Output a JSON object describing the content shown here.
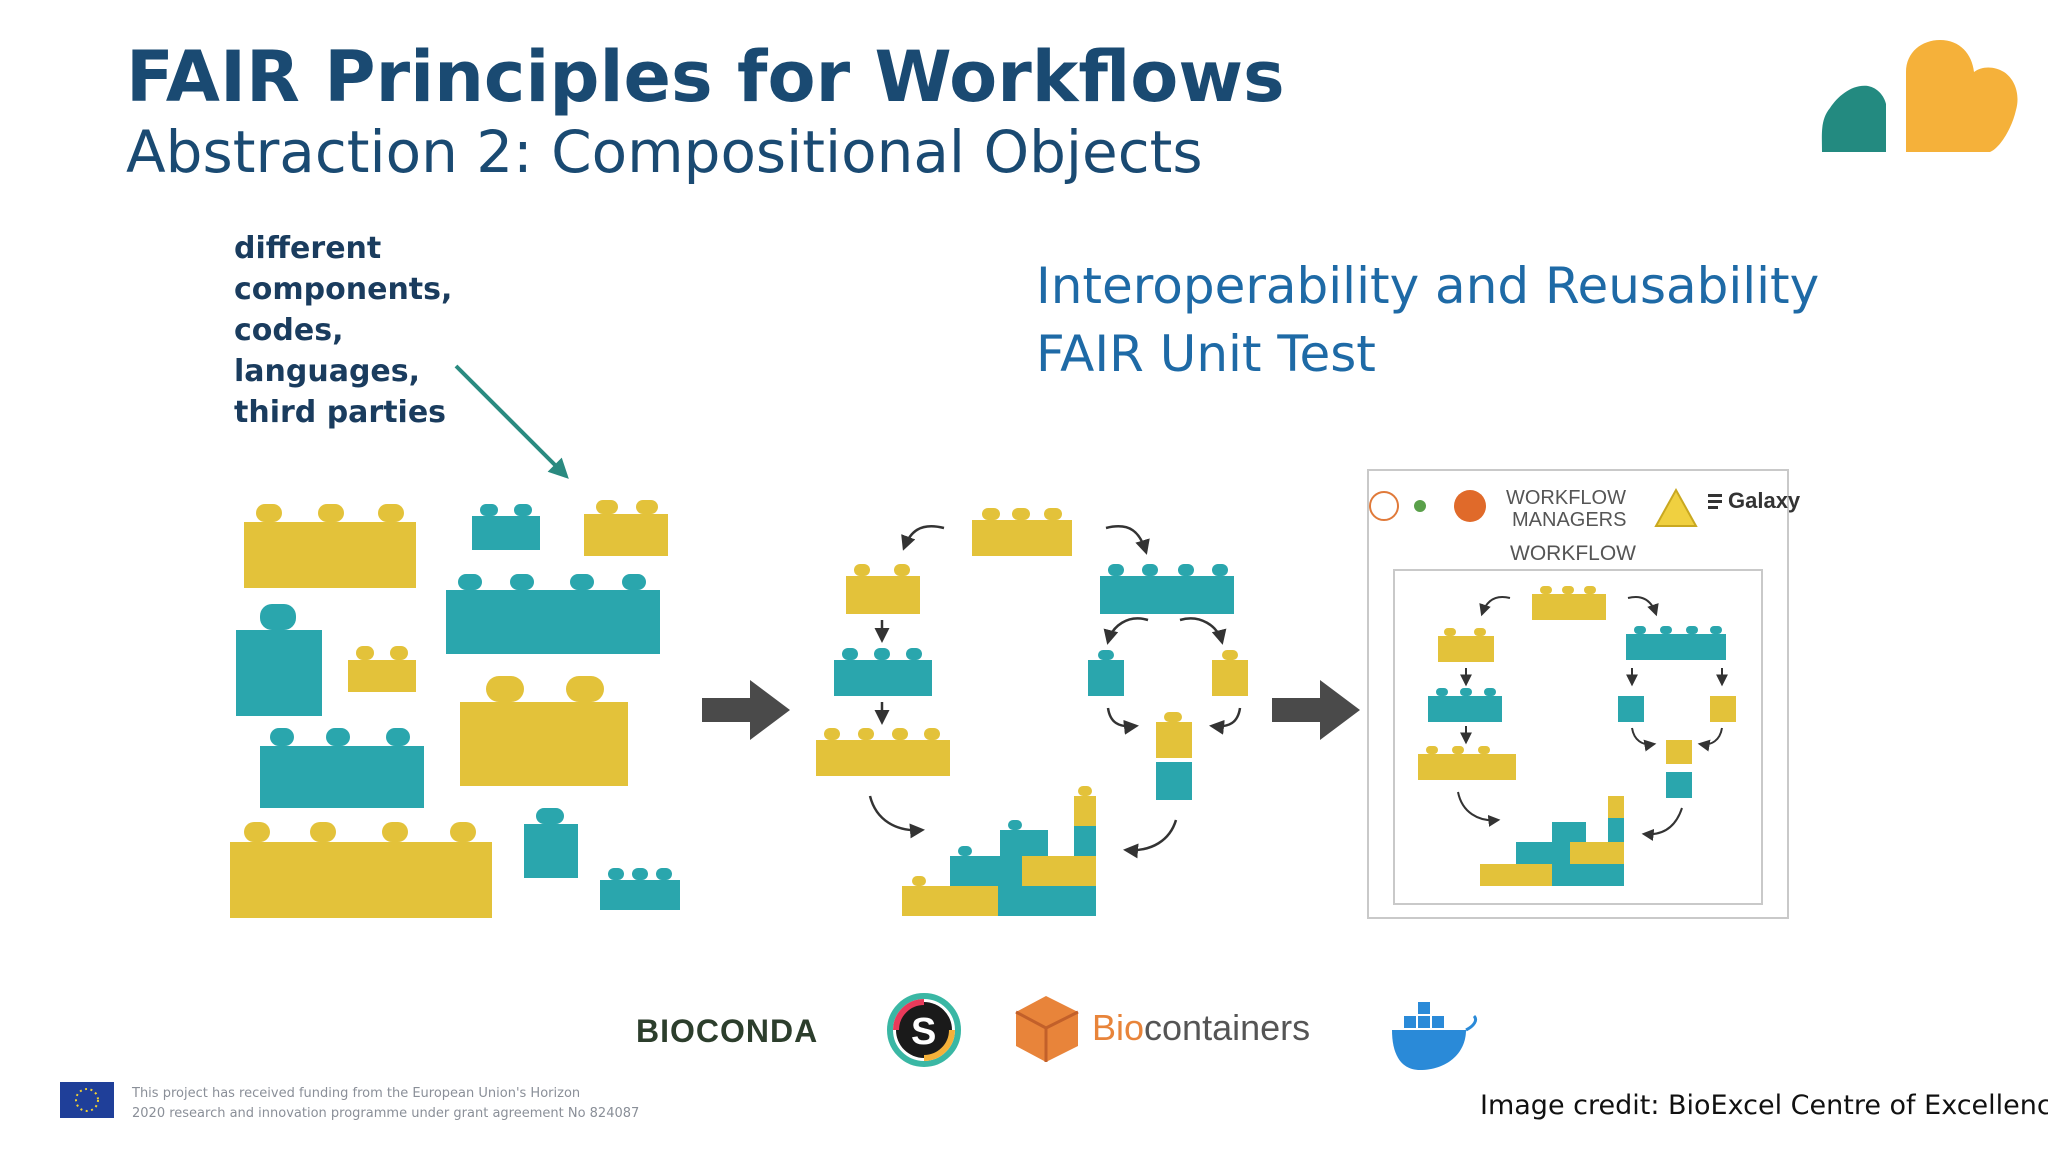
{
  "slide": {
    "title": "FAIR Principles for Workflows",
    "subtitle": "Abstraction 2: Compositional Objects",
    "note_lines": [
      "different",
      "components,",
      "codes,",
      "languages,",
      "third parties"
    ],
    "heading_lines": [
      "Interoperability and Reusability",
      "FAIR Unit Test"
    ],
    "credit": "Image credit: BioExcel Centre of Excellence",
    "funding_lines": [
      "This project has received funding from the European Union's Horizon",
      "2020 research and innovation programme under grant agreement No 824087"
    ]
  },
  "figure": {
    "workflow_managers_line1": "WORKFLOW",
    "workflow_managers_line2": "MANAGERS",
    "galaxy_label": "Galaxy",
    "workflow_label": "WORKFLOW",
    "logos": {
      "bioconda": "BIOCONDA",
      "singularity": "S",
      "biocontainers_prefix": "Bio",
      "biocontainers_suffix": "containers"
    }
  },
  "colors": {
    "title": "#1a4a72",
    "heading": "#1e6aa6",
    "brick_yellow": "#e3c23a",
    "brick_teal": "#2aa6ad",
    "arrow_teal": "#2a8a80",
    "logo_teal": "#238a80",
    "logo_orange": "#f5b13a"
  },
  "icons": [
    "cloud-logo-icon",
    "eu-flag-icon",
    "docker-whale-icon",
    "singularity-icon",
    "biocontainers-box-icon"
  ]
}
